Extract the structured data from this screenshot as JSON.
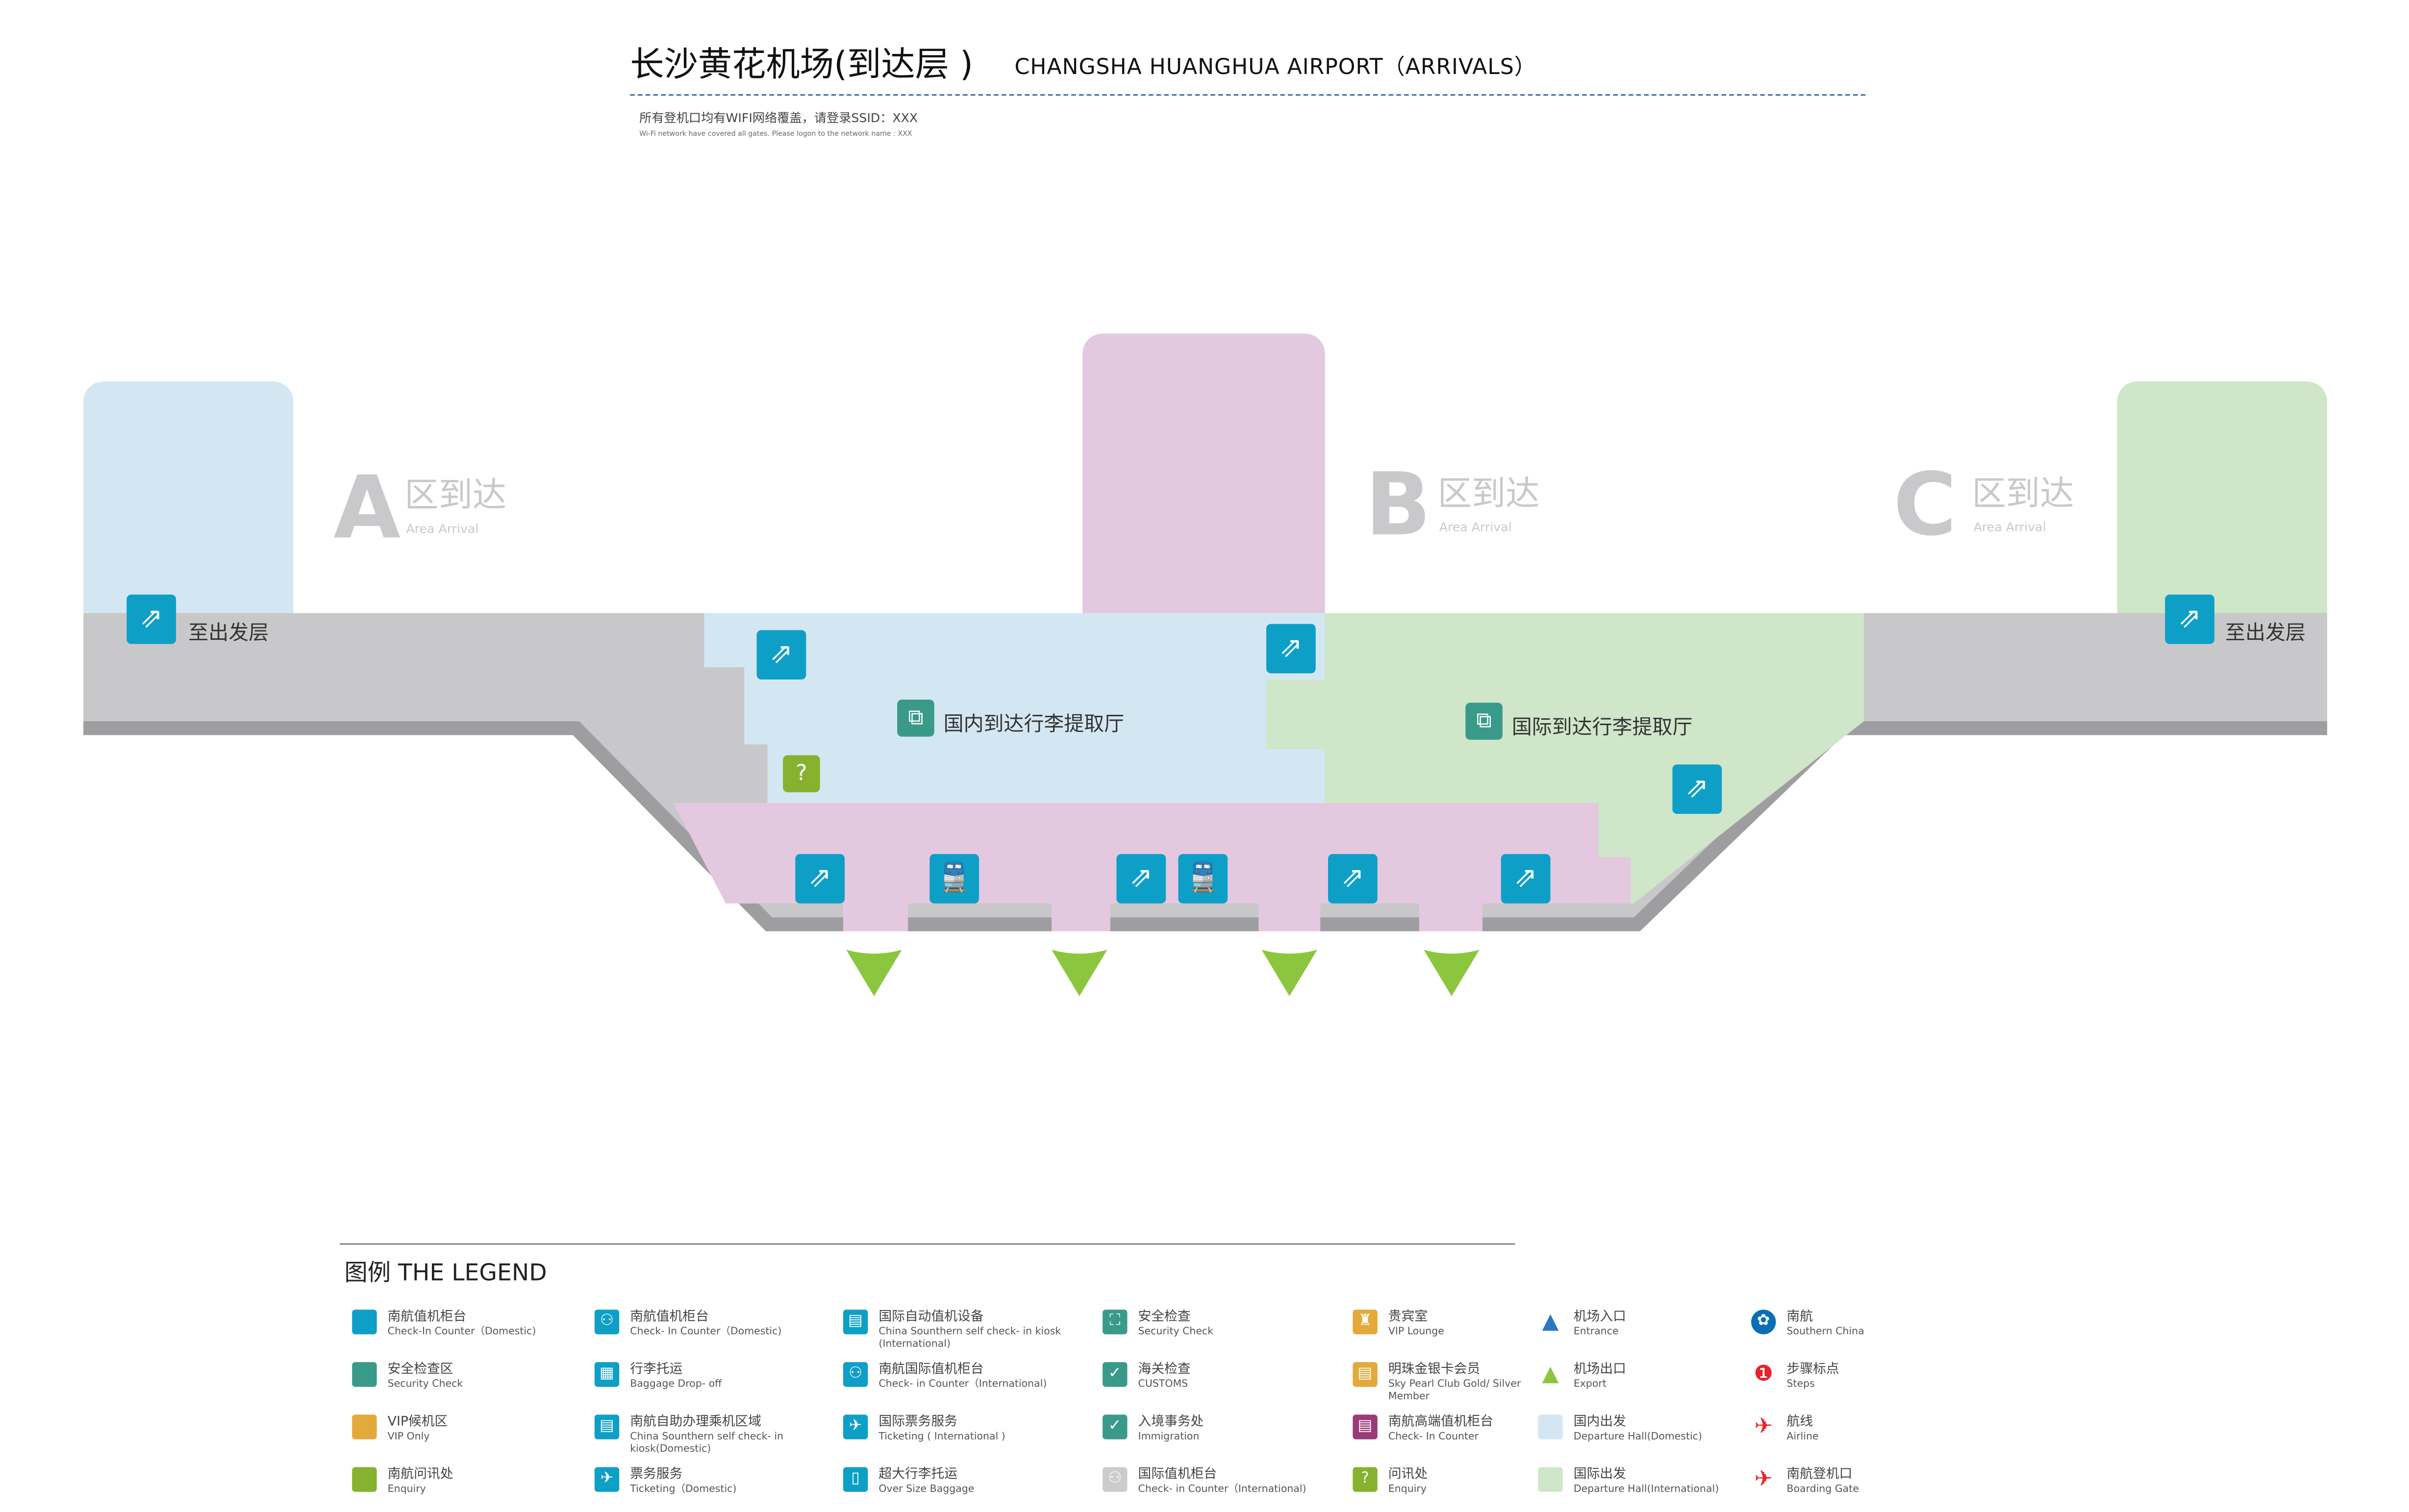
{
  "header": {
    "title_zh": "长沙黄花机场(到达层 )",
    "title_en": "CHANGSHA  HUANGHUA  AIRPORT（ARRIVALS）",
    "wifi_zh": "所有登机口均有WIFI网络覆盖，请登录SSID：XXX",
    "wifi_en": "Wi-Fi network have covered all gates. Please logon to the network name : XXX"
  },
  "map": {
    "areas": [
      {
        "letter": "A",
        "zh": "区到达",
        "en": "Area Arrival"
      },
      {
        "letter": "B",
        "zh": "区到达",
        "en": "Area Arrival"
      },
      {
        "letter": "C",
        "zh": "区到达",
        "en": "Area Arrival"
      }
    ],
    "to_departure_left": "至出发层",
    "to_departure_right": "至出发层",
    "domestic_baggage": "国内到达行李提取厅",
    "international_baggage": "国际到达行李提取厅",
    "colors": {
      "domestic": "#d3e7f3",
      "international": "#cfe6c9",
      "pink": "#e4c8e0",
      "gray": "#c8c8ca",
      "dark_gray": "#9e9ea0",
      "icon_blue": "#0e9fc7",
      "green_arrow": "#8cc63f"
    }
  },
  "legend": {
    "title": "图例  THE LEGEND",
    "items": [
      {
        "zh": "南航值机柜台",
        "en": "Check-In Counter（Domestic)",
        "color": "#0e9fc7",
        "icon": "square"
      },
      {
        "zh": "安全检查区",
        "en": "Security Check",
        "color": "#3a9a8a",
        "icon": "square"
      },
      {
        "zh": "VIP候机区",
        "en": "VIP Only",
        "color": "#e3a93a",
        "icon": "square"
      },
      {
        "zh": "南航问讯处",
        "en": "Enquiry",
        "color": "#86b22f",
        "icon": "square"
      },
      {
        "zh": "南航值机柜台",
        "en": "Check- In Counter（Domestic)",
        "color": "#0e9fc7",
        "icon": "checkin-icon"
      },
      {
        "zh": "行李托运",
        "en": "Baggage Drop- off",
        "color": "#0e9fc7",
        "icon": "baggage-icon"
      },
      {
        "zh": "南航自助办理乘机区域",
        "en": "China Sounthern self check- in kiosk(Domestic)",
        "color": "#0e9fc7",
        "icon": "kiosk-icon"
      },
      {
        "zh": "票务服务",
        "en": "Ticketing（Domestic)",
        "color": "#0e9fc7",
        "icon": "ticket-icon"
      },
      {
        "zh": "国际自动值机设备",
        "en": "China Sounthern self check- in kiosk (International)",
        "color": "#0e9fc7",
        "icon": "kiosk-icon"
      },
      {
        "zh": "南航国际值机柜台",
        "en": "Check- in Counter（International)",
        "color": "#0e9fc7",
        "icon": "checkin-icon"
      },
      {
        "zh": "国际票务服务",
        "en": "Ticketing ( International )",
        "color": "#0e9fc7",
        "icon": "ticket-icon"
      },
      {
        "zh": "超大行李托运",
        "en": "Over Size Baggage",
        "color": "#0e9fc7",
        "icon": "oversize-icon"
      },
      {
        "zh": "安全检查",
        "en": "Security Check",
        "color": "#3a9a8a",
        "icon": "security-icon"
      },
      {
        "zh": "海关检查",
        "en": "CUSTOMS",
        "color": "#3a9a8a",
        "icon": "customs-icon"
      },
      {
        "zh": "入境事务处",
        "en": "Immigration",
        "color": "#3a9a8a",
        "icon": "immigration-icon"
      },
      {
        "zh": "国际值机柜台",
        "en": "Check- in Counter（International)",
        "color": "#cccccc",
        "icon": "checkin-icon"
      },
      {
        "zh": "贵宾室",
        "en": "VIP Lounge",
        "color": "#e3a93a",
        "icon": "vip-icon"
      },
      {
        "zh": "明珠金银卡会员",
        "en": "Sky Pearl Club Gold/ Silver Member",
        "color": "#e3a93a",
        "icon": "member-icon"
      },
      {
        "zh": "南航高端值机柜台",
        "en": "Check- In Counter",
        "color": "#9a3a78",
        "icon": "premium-icon"
      },
      {
        "zh": "问讯处",
        "en": "Enquiry",
        "color": "#86b22f",
        "icon": "question-icon"
      },
      {
        "zh": "机场入口",
        "en": "Entrance",
        "color": "#2a78c0",
        "icon": "entrance-arrow-icon"
      },
      {
        "zh": "机场出口",
        "en": "Export",
        "color": "#8cc63f",
        "icon": "exit-arrow-icon"
      },
      {
        "zh": "国内出发",
        "en": "Departure Hall(Domestic)",
        "color": "#d3e7f3",
        "icon": "square"
      },
      {
        "zh": "国际出发",
        "en": "Departure Hall(International)",
        "color": "#cfe6c9",
        "icon": "square"
      },
      {
        "zh": "南航",
        "en": "Southern China",
        "color": "#0a6fb5",
        "icon": "china-southern-logo-icon"
      },
      {
        "zh": "步骤标点",
        "en": "Steps",
        "color": "#e8222a",
        "icon": "step-marker-icon"
      },
      {
        "zh": "航线",
        "en": "Airline",
        "color": "#e8222a",
        "icon": "airline-icon"
      },
      {
        "zh": "南航登机口",
        "en": "Boarding Gate",
        "color": "#e8222a",
        "icon": "boarding-gate-icon"
      }
    ]
  }
}
